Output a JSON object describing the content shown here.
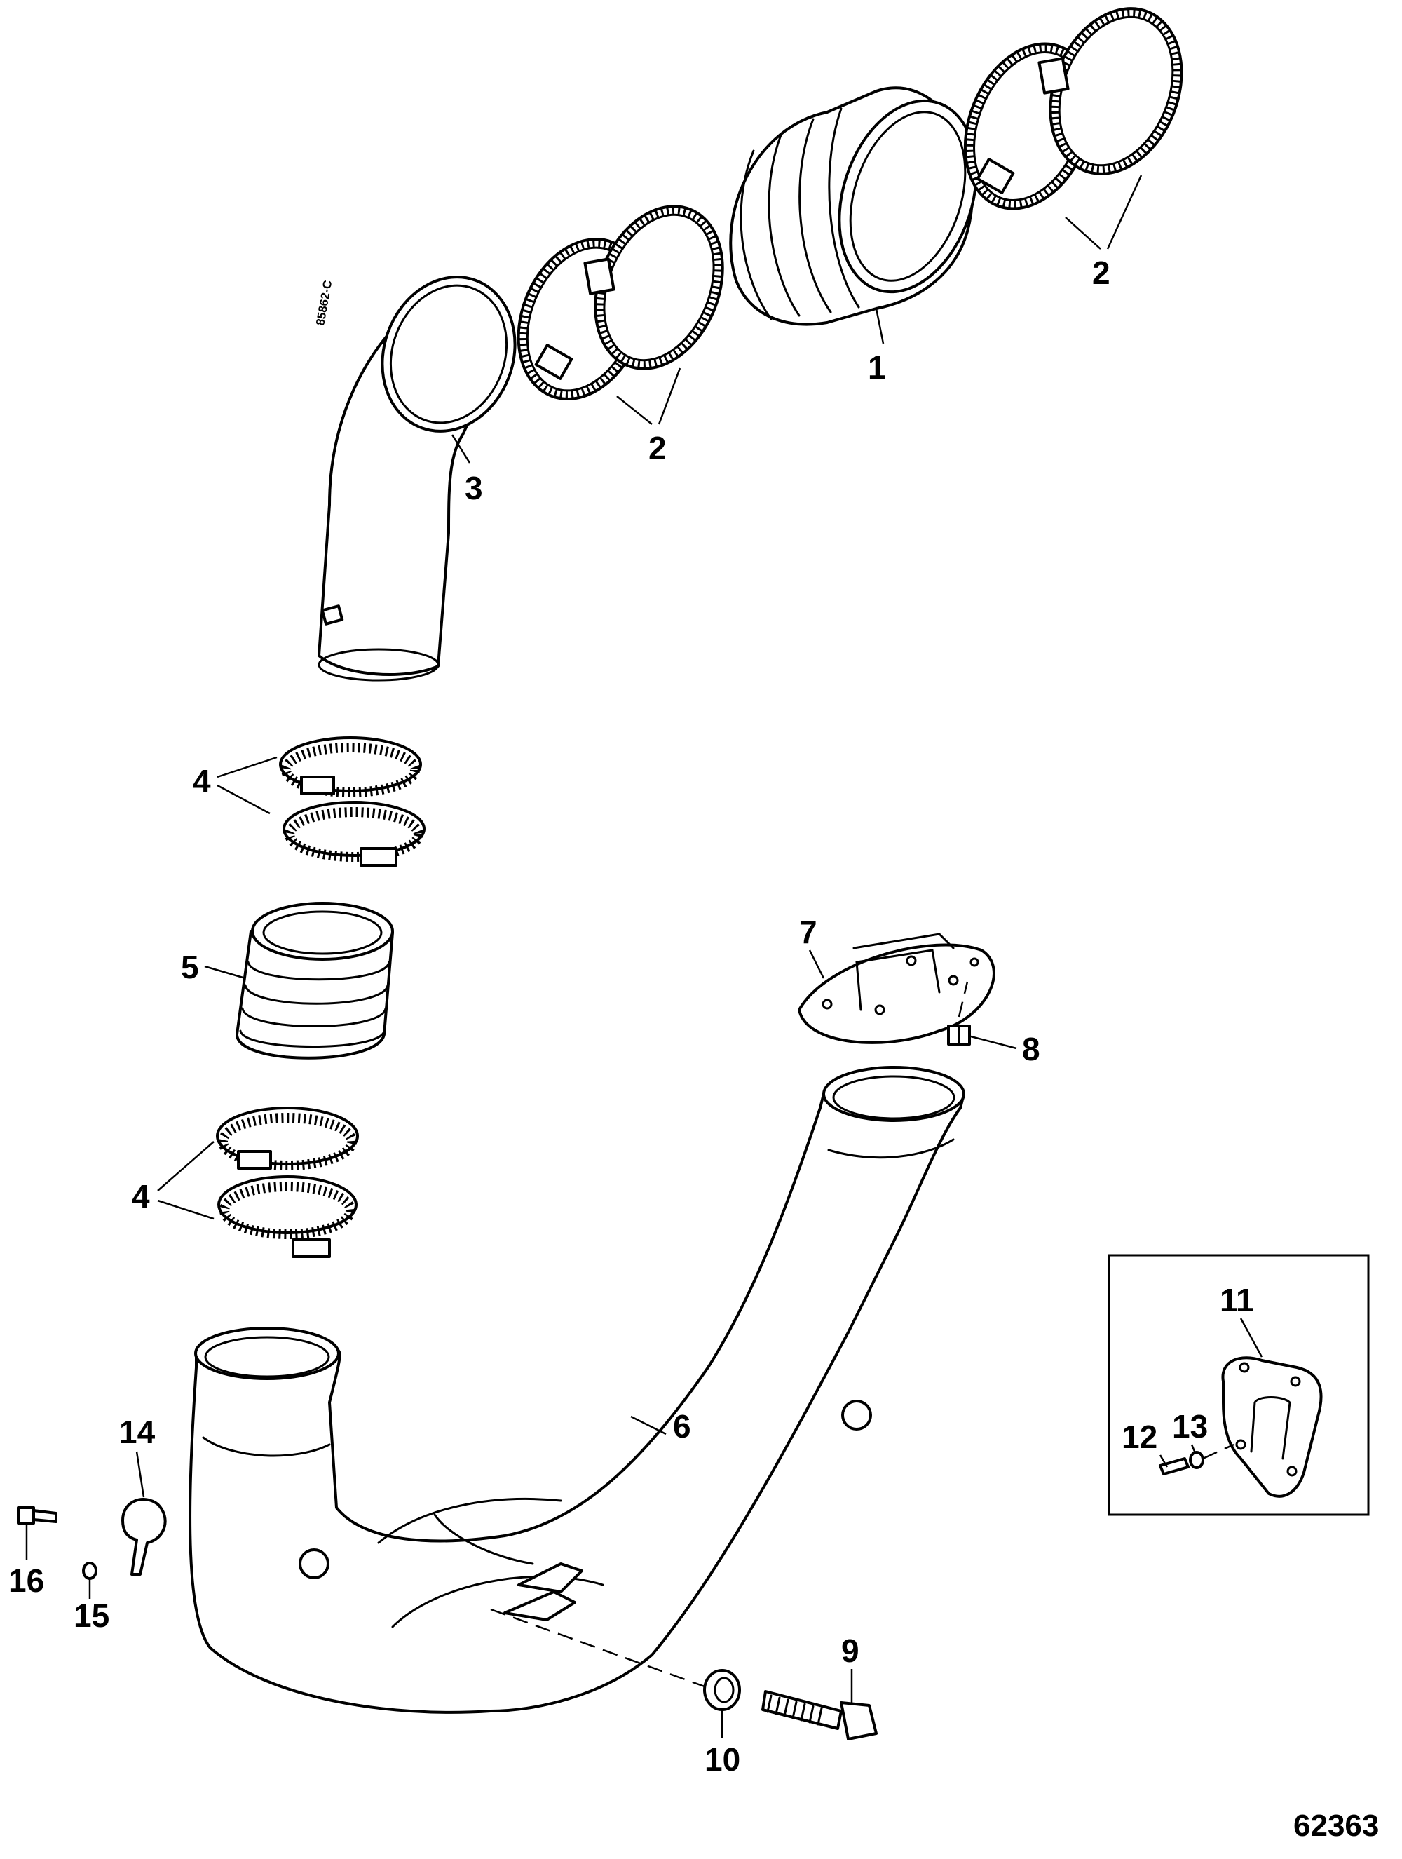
{
  "figure_number": "62363",
  "pipe_stamp": "85862-C",
  "callouts": {
    "c1": "1",
    "c2a": "2",
    "c2b": "2",
    "c3": "3",
    "c4a": "4",
    "c4b": "4",
    "c5": "5",
    "c6": "6",
    "c7": "7",
    "c8": "8",
    "c9": "9",
    "c10": "10",
    "c11": "11",
    "c12": "12",
    "c13": "13",
    "c14": "14",
    "c15": "15",
    "c16": "16"
  }
}
